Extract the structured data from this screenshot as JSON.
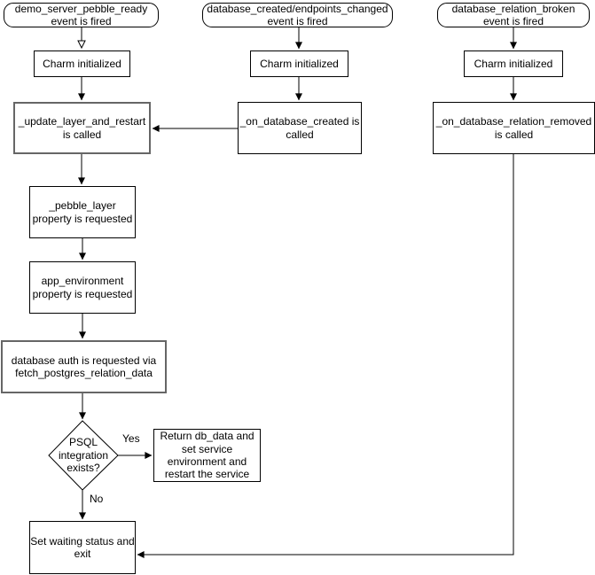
{
  "diagram": {
    "type": "flowchart",
    "colors": {
      "background": "#ffffff",
      "line": "#000000",
      "node_fill": "#ffffff",
      "highlight_border": "#666666"
    },
    "nodes": {
      "demo_event": {
        "label": "demo_server_pebble_ready\nevent is fired",
        "shape": "rounded"
      },
      "charm_init_left": {
        "label": "Charm initialized",
        "shape": "rect"
      },
      "update_layer": {
        "label": "_update_layer_and_restart\nis called",
        "shape": "rect-gray"
      },
      "pebble_layer": {
        "label": "_pebble_layer\nproperty is requested",
        "shape": "rect"
      },
      "app_environment": {
        "label": "app_environment\nproperty is requested",
        "shape": "rect"
      },
      "database_auth": {
        "label": "database auth is requested via\nfetch_postgres_relation_data",
        "shape": "rect-gray"
      },
      "psql_decision": {
        "label": "PSQL\nintegration\nexists?",
        "shape": "diamond"
      },
      "return_db_data": {
        "label": "Return db_data and\nset service\nenvironment and\nrestart the service",
        "shape": "rect"
      },
      "set_waiting": {
        "label": "Set waiting status and\nexit",
        "shape": "rect"
      },
      "db_created_event": {
        "label": "database_created/endpoints_changed\nevent is fired",
        "shape": "rounded"
      },
      "charm_init_middle": {
        "label": "Charm initialized",
        "shape": "rect"
      },
      "on_database_created": {
        "label": "_on_database_created is\ncalled",
        "shape": "rect"
      },
      "db_relation_broken_event": {
        "label": "database_relation_broken\nevent is fired",
        "shape": "rounded"
      },
      "charm_init_right": {
        "label": "Charm initialized",
        "shape": "rect"
      },
      "on_database_relation_removed": {
        "label": "_on_database_relation_removed\nis called",
        "shape": "rect"
      }
    },
    "edge_labels": {
      "yes": "Yes",
      "no": "No"
    }
  }
}
